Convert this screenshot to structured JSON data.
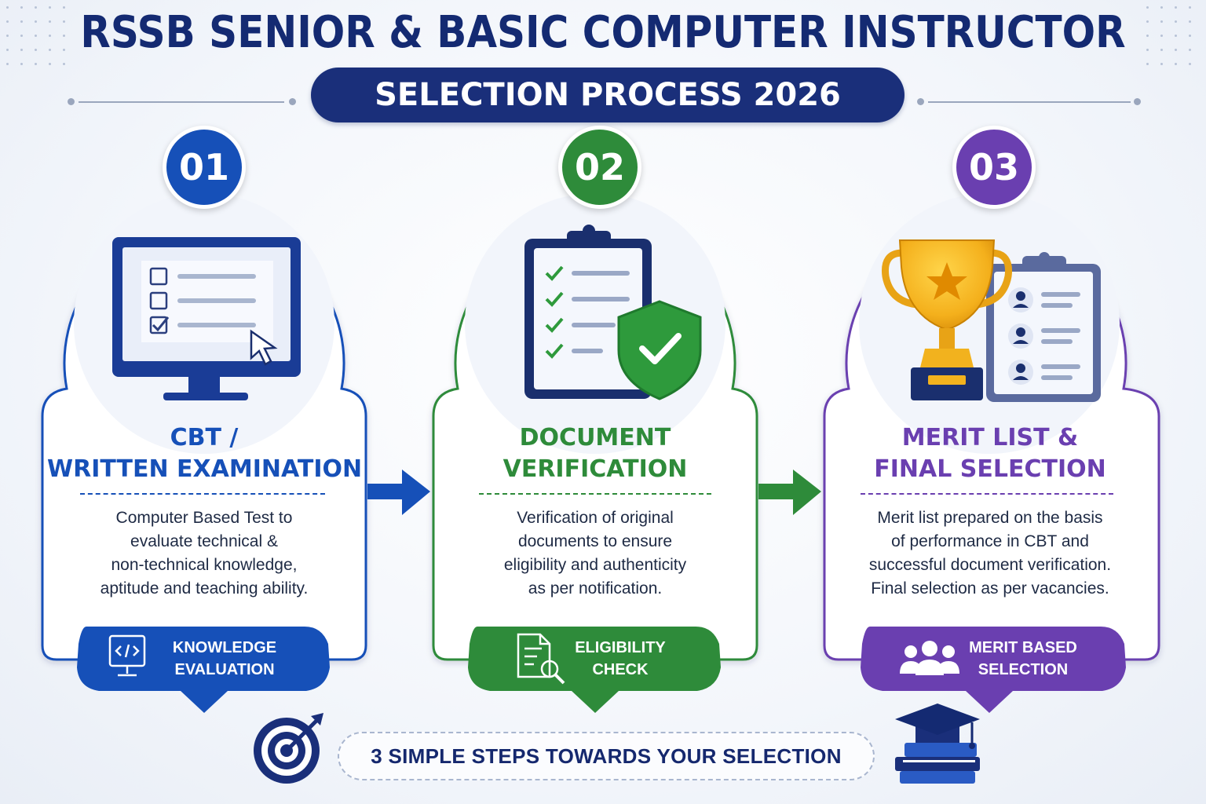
{
  "header": {
    "title": "RSSB SENIOR & BASIC COMPUTER INSTRUCTOR",
    "subtitle": "SELECTION PROCESS 2026"
  },
  "colors": {
    "navy": "#1a2f7a",
    "step1": "#1650b8",
    "step2": "#2e8b3a",
    "step3": "#6a3fb0"
  },
  "steps": [
    {
      "number": "01",
      "title": [
        "CBT /",
        "WRITTEN EXAMINATION"
      ],
      "description": [
        "Computer Based Test to",
        "evaluate technical &",
        "non-technical knowledge,",
        "aptitude and teaching ability."
      ],
      "tag": [
        "KNOWLEDGE",
        "EVALUATION"
      ],
      "icon": "computer-checklist-icon",
      "tag_icon": "code-monitor-icon"
    },
    {
      "number": "02",
      "title": [
        "DOCUMENT",
        "VERIFICATION"
      ],
      "description": [
        "Verification of original",
        "documents to ensure",
        "eligibility and authenticity",
        "as per notification."
      ],
      "tag": [
        "ELIGIBILITY",
        "CHECK"
      ],
      "icon": "clipboard-shield-icon",
      "tag_icon": "document-search-icon"
    },
    {
      "number": "03",
      "title": [
        "MERIT LIST &",
        "FINAL SELECTION"
      ],
      "description": [
        "Merit list prepared on the basis",
        "of performance in CBT and",
        "successful document verification.",
        "Final selection as per vacancies."
      ],
      "tag": [
        "MERIT BASED",
        "SELECTION"
      ],
      "icon": "trophy-merit-list-icon",
      "tag_icon": "group-users-icon"
    }
  ],
  "footer": {
    "text": "3 SIMPLE STEPS TOWARDS YOUR SELECTION",
    "left_icon": "target-icon",
    "right_icon": "graduation-cap-books-icon"
  }
}
